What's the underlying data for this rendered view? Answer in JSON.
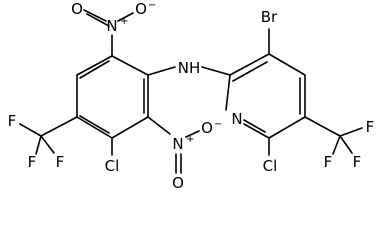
{
  "structure": {
    "atoms": {
      "nh": "NH",
      "n_ring": "N",
      "br": "Br",
      "cl_pyridine": "Cl",
      "cl_benzene": "Cl",
      "no2_top_n": "N",
      "no2_top_o_left": "O",
      "no2_top_o_right": "O",
      "no2_top_plus": "+",
      "no2_top_minus": "−",
      "no2_mid_n": "N",
      "no2_mid_o_right": "O",
      "no2_mid_o_bottom": "O",
      "no2_mid_plus": "+",
      "no2_mid_minus": "−",
      "cf3_left_f1": "F",
      "cf3_left_f2": "F",
      "cf3_left_f3": "F",
      "cf3_right_f1": "F",
      "cf3_right_f2": "F",
      "cf3_right_f3": "F"
    }
  }
}
